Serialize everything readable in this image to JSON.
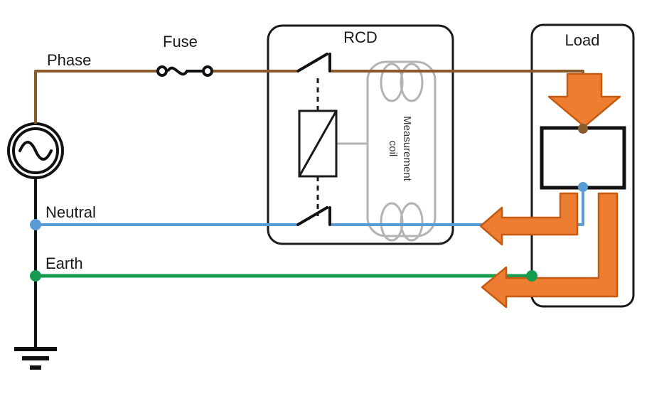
{
  "labels": {
    "phase": "Phase",
    "fuse": "Fuse",
    "rcd": "RCD",
    "load": "Load",
    "neutral": "Neutral",
    "earth": "Earth",
    "measurement_coil_line1": "Measurement",
    "measurement_coil_line2": "coil"
  },
  "colors": {
    "phase_wire": "#8b5a2b",
    "neutral_wire": "#5b9bd5",
    "earth_wire": "#169c4e",
    "black_wire": "#111111",
    "fault_arrow_fill": "#ed7d31",
    "fault_arrow_outline": "#c55a11",
    "coil_outline": "#b3b3b3",
    "background": "#ffffff"
  }
}
